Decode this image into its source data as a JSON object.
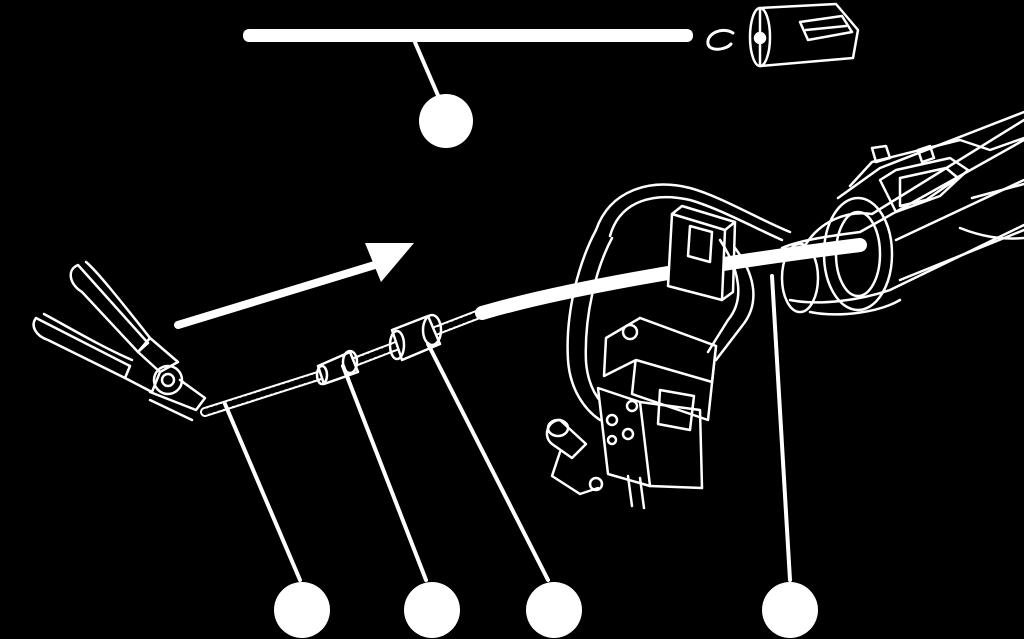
{
  "colors": {
    "background": "#000000",
    "line": "#ffffff"
  },
  "callouts": [
    {
      "id": "liner-tube-callout",
      "label": ""
    },
    {
      "id": "inner-spiral-callout",
      "label": ""
    },
    {
      "id": "small-sleeve-callout",
      "label": ""
    },
    {
      "id": "large-sleeve-callout",
      "label": ""
    },
    {
      "id": "outer-sheath-callout",
      "label": ""
    }
  ],
  "icons": [
    "pliers-icon",
    "direction-arrow-icon",
    "contact-tip-icon",
    "o-ring-icon",
    "torch-handle-icon",
    "wire-feeder-icon"
  ]
}
